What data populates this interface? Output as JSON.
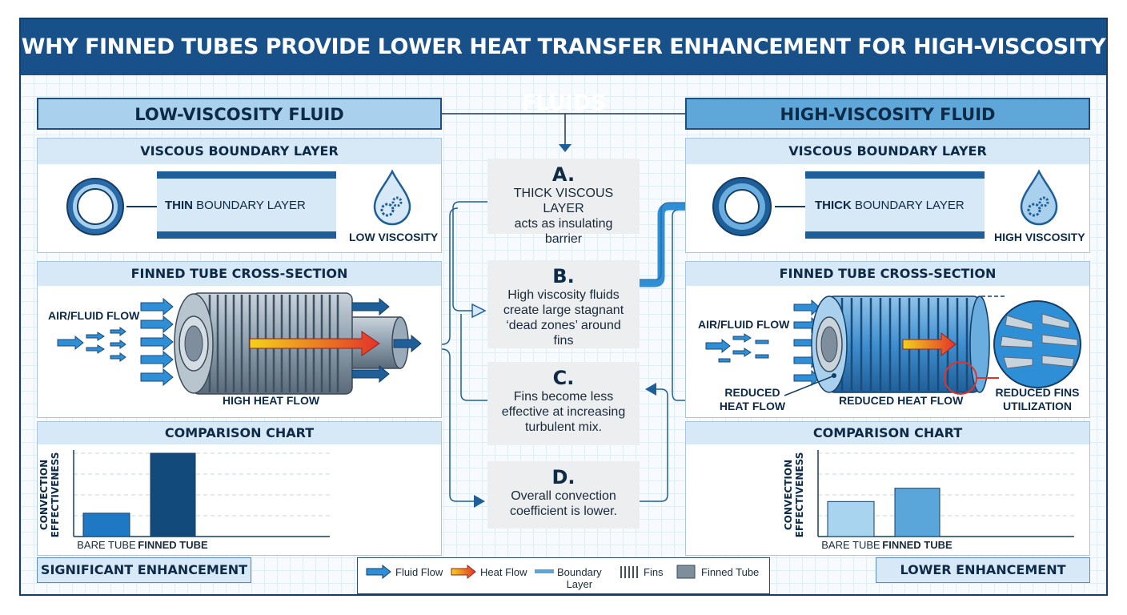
{
  "title": "WHY FINNED TUBES PROVIDE LOWER HEAT TRANSFER ENHANCEMENT FOR HIGH-VISCOSITY FLUIDS",
  "left": {
    "heading": "LOW-VISCOSITY FLUID",
    "boundary_head": "VISCOUS BOUNDARY LAYER",
    "boundary_bold": "THIN",
    "boundary_rest": " BOUNDARY LAYER",
    "viscosity_label": "LOW VISCOSITY",
    "finned_head": "FINNED TUBE CROSS-SECTION",
    "flow_label": "AIR/FLUID FLOW",
    "heat_label": "HIGH HEAT FLOW",
    "chart_head": "COMPARISON CHART",
    "footer": "SIGNIFICANT ENHANCEMENT"
  },
  "right": {
    "heading": "HIGH-VISCOSITY FLUID",
    "boundary_head": "VISCOUS BOUNDARY LAYER",
    "boundary_bold": "THICK",
    "boundary_rest": " BOUNDARY LAYER",
    "viscosity_label": "HIGH VISCOSITY",
    "finned_head": "FINNED TUBE CROSS-SECTION",
    "flow_label": "AIR/FLUID FLOW",
    "reduced_heat_left": [
      "REDUCED",
      "HEAT FLOW"
    ],
    "heat_label": "REDUCED HEAT FLOW",
    "fins_label": [
      "REDUCED FINS",
      "UTILIZATION"
    ],
    "chart_head": "COMPARISON CHART",
    "footer": "LOWER ENHANCEMENT"
  },
  "steps": [
    {
      "letter": "A.",
      "lines": [
        "THICK VISCOUS LAYER",
        "acts as insulating barrier"
      ]
    },
    {
      "letter": "B.",
      "lines": [
        "High viscosity fluids",
        "create large stagnant",
        "‘dead zones’ around fins"
      ]
    },
    {
      "letter": "C.",
      "lines": [
        "Fins become less",
        "effective at increasing",
        "turbulent mix."
      ]
    },
    {
      "letter": "D.",
      "lines": [
        "Overall convection",
        "coefficient is lower."
      ]
    }
  ],
  "chart_data": [
    {
      "type": "bar",
      "categories": [
        "BARE TUBE",
        "FINNED TUBE"
      ],
      "values": [
        0.28,
        1.0
      ],
      "ylabel": "CONVECTION EFFECTIVENESS",
      "ylim": [
        0,
        1.0
      ],
      "grid": true,
      "colors": [
        "#1f78c4",
        "#124a7c"
      ]
    },
    {
      "type": "bar",
      "categories": [
        "BARE TUBE",
        "FINNED TUBE"
      ],
      "values": [
        0.42,
        0.58
      ],
      "ylabel": "CONVECTION EFFECTIVENESS",
      "ylim": [
        0,
        1.0
      ],
      "grid": true,
      "colors": [
        "#a8d4f0",
        "#5aa6da"
      ]
    }
  ],
  "legend": {
    "fluid_flow": "Fluid Flow",
    "heat_flow": "Heat Flow",
    "boundary": [
      "Boundary",
      "Layer"
    ],
    "fins": "Fins",
    "finned_tube": "Finned Tube"
  },
  "colors": {
    "title_bg": "#18508a",
    "arrow": "#2f8fd6",
    "heat_start": "#f3d21a",
    "heat_end": "#e2332a",
    "tube_dark": "#1f4f80",
    "tube_grey": "#8e9fae"
  },
  "icons": [
    "droplet-gear-icon",
    "arrow-icon"
  ]
}
